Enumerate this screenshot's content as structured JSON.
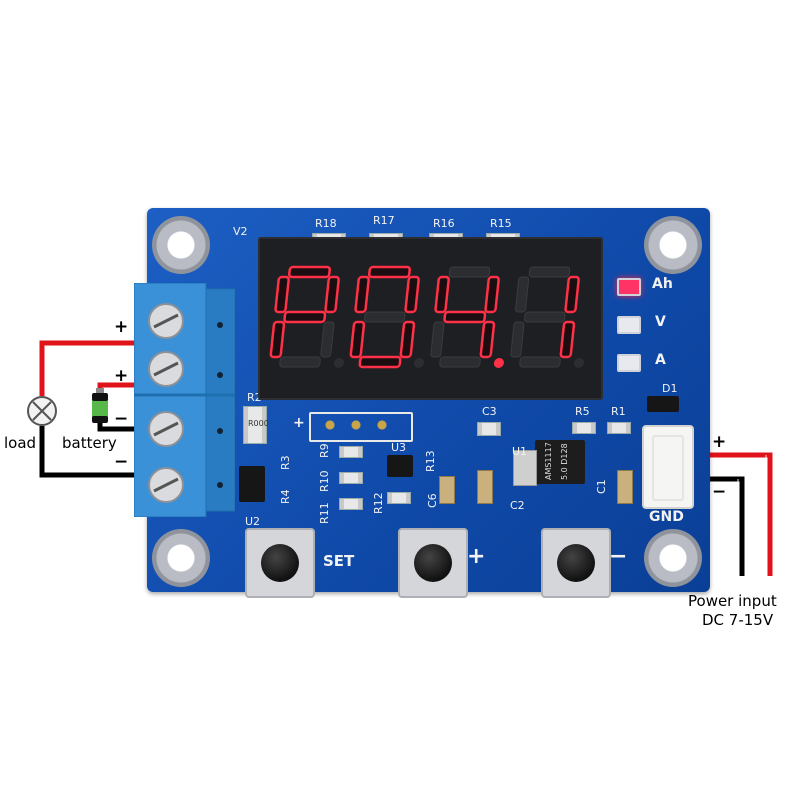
{
  "board": {
    "silkscreen": {
      "v2": "V2",
      "r18": "R18",
      "r17": "R17",
      "r16": "R16",
      "r15": "R15",
      "ah": "Ah",
      "v": "V",
      "a": "A",
      "d1": "D1",
      "r2": "R2",
      "r000": "R000",
      "c3": "C3",
      "r5": "R5",
      "r1": "R1",
      "r3": "R3",
      "r9": "R9",
      "u3": "U3",
      "r13": "R13",
      "u1": "U1",
      "c1": "C1",
      "r4": "R4",
      "r10": "R10",
      "r11": "R11",
      "r12": "R12",
      "c6": "C6",
      "c2": "C2",
      "u2": "U2",
      "gnd": "GND",
      "plus_header": "+",
      "ams": "AMS1117",
      "ams2": "5.0 D128",
      "set": "SET",
      "plus_btn": "+",
      "minus_btn": "−"
    },
    "display_text": "P04.1",
    "indicators": [
      {
        "name": "Ah",
        "lit": true
      },
      {
        "name": "V",
        "lit": false
      },
      {
        "name": "A",
        "lit": false
      }
    ]
  },
  "wiring": {
    "load_label": "load",
    "battery_label": "battery",
    "load_plus": "+",
    "battery_plus": "+",
    "battery_minus": "−",
    "load_minus": "−",
    "power_plus": "+",
    "power_minus": "−",
    "power_line1": "Power input",
    "power_line2": "DC 7-15V"
  },
  "colors": {
    "pcb": "#0f49a8",
    "terminal": "#2f87cf",
    "segment_on": "#ff3148",
    "segment_off": "#2c2d31",
    "wire_red": "#e0131b",
    "wire_black": "#000000"
  }
}
